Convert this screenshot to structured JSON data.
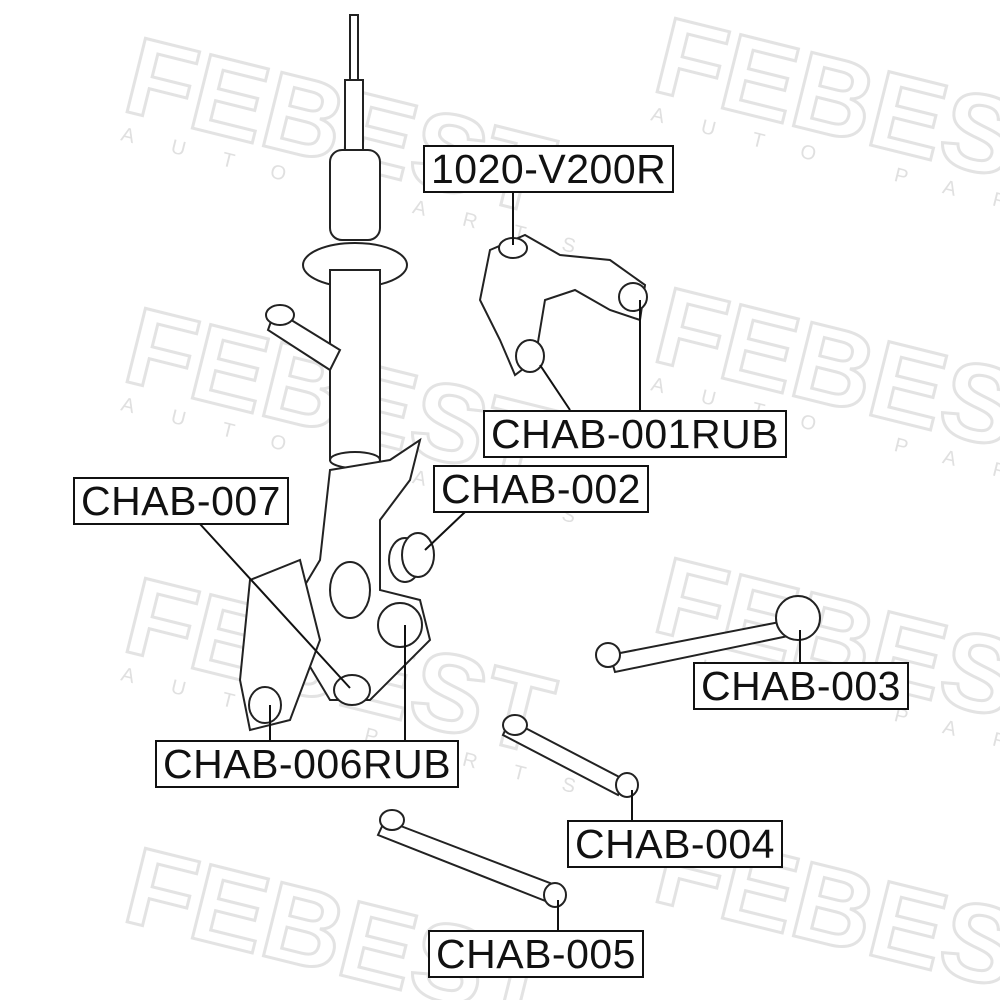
{
  "watermark": {
    "brand": "FEBEST",
    "tagline": "AUTO PARTS"
  },
  "labels": {
    "upper_arm": "1020-V200R",
    "chab_001rub": "CHAB-001RUB",
    "chab_002": "CHAB-002",
    "chab_007": "CHAB-007",
    "chab_003": "CHAB-003",
    "chab_006rub": "CHAB-006RUB",
    "chab_004": "CHAB-004",
    "chab_005": "CHAB-005"
  }
}
